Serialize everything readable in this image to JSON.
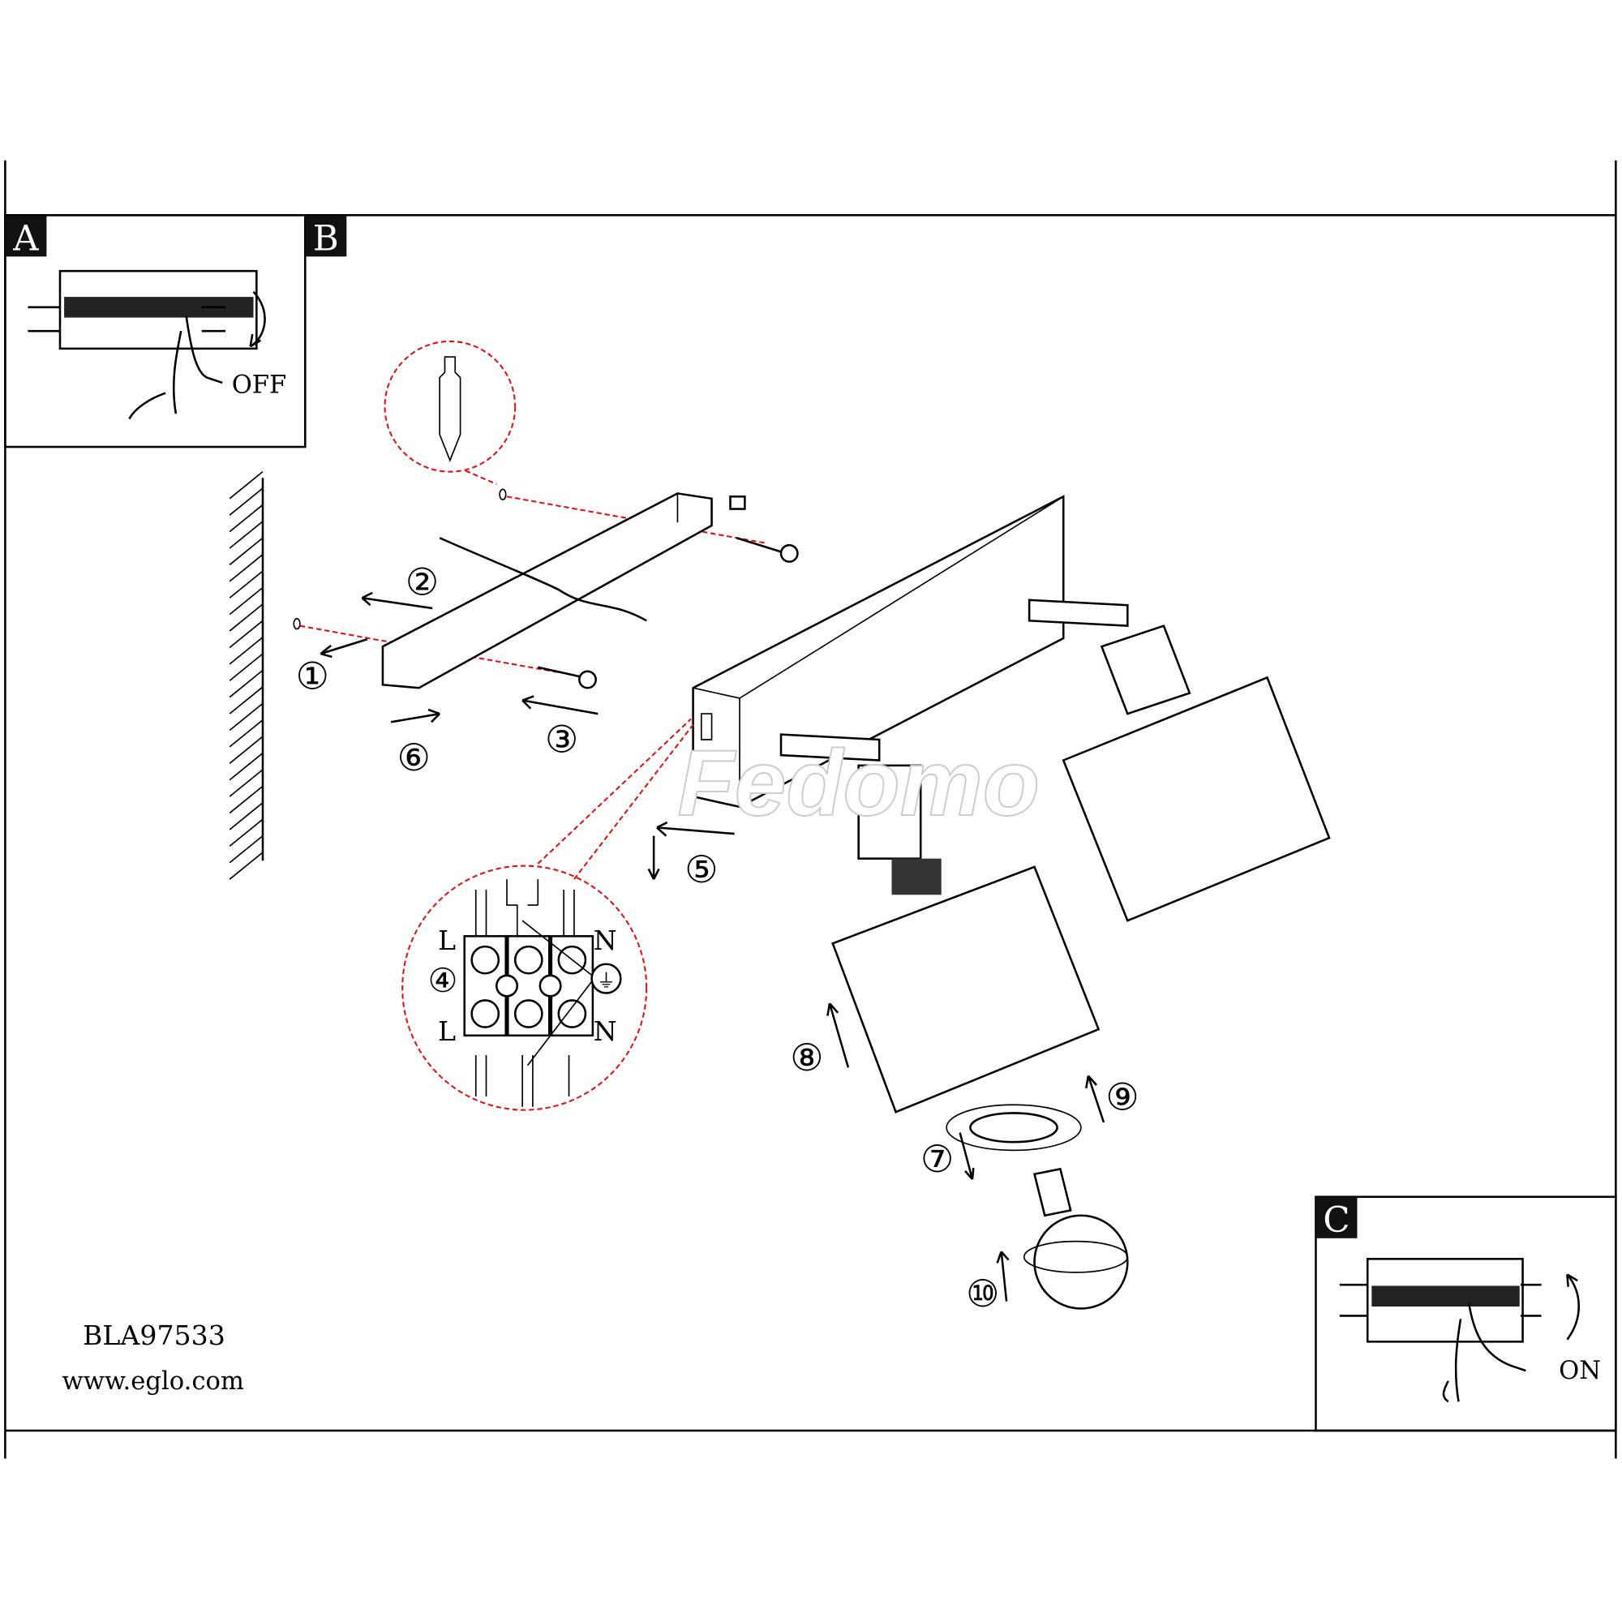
{
  "panels": {
    "a": {
      "label": "A",
      "state_text": "OFF"
    },
    "b": {
      "label": "B"
    },
    "c": {
      "label": "C",
      "state_text": "ON"
    }
  },
  "steps": [
    "①",
    "②",
    "③",
    "④",
    "⑤",
    "⑥",
    "⑦",
    "⑧",
    "⑨",
    "⑩"
  ],
  "wiring": {
    "live_top": "L",
    "live_bottom": "L",
    "neutral_top": "N",
    "neutral_bottom": "N",
    "earth_symbol": "⏚"
  },
  "footer": {
    "model": "BLA97533",
    "website": "www.eglo.com"
  },
  "watermark": "Fedomo",
  "colors": {
    "line": "#000000",
    "callout": "#dd1111"
  }
}
